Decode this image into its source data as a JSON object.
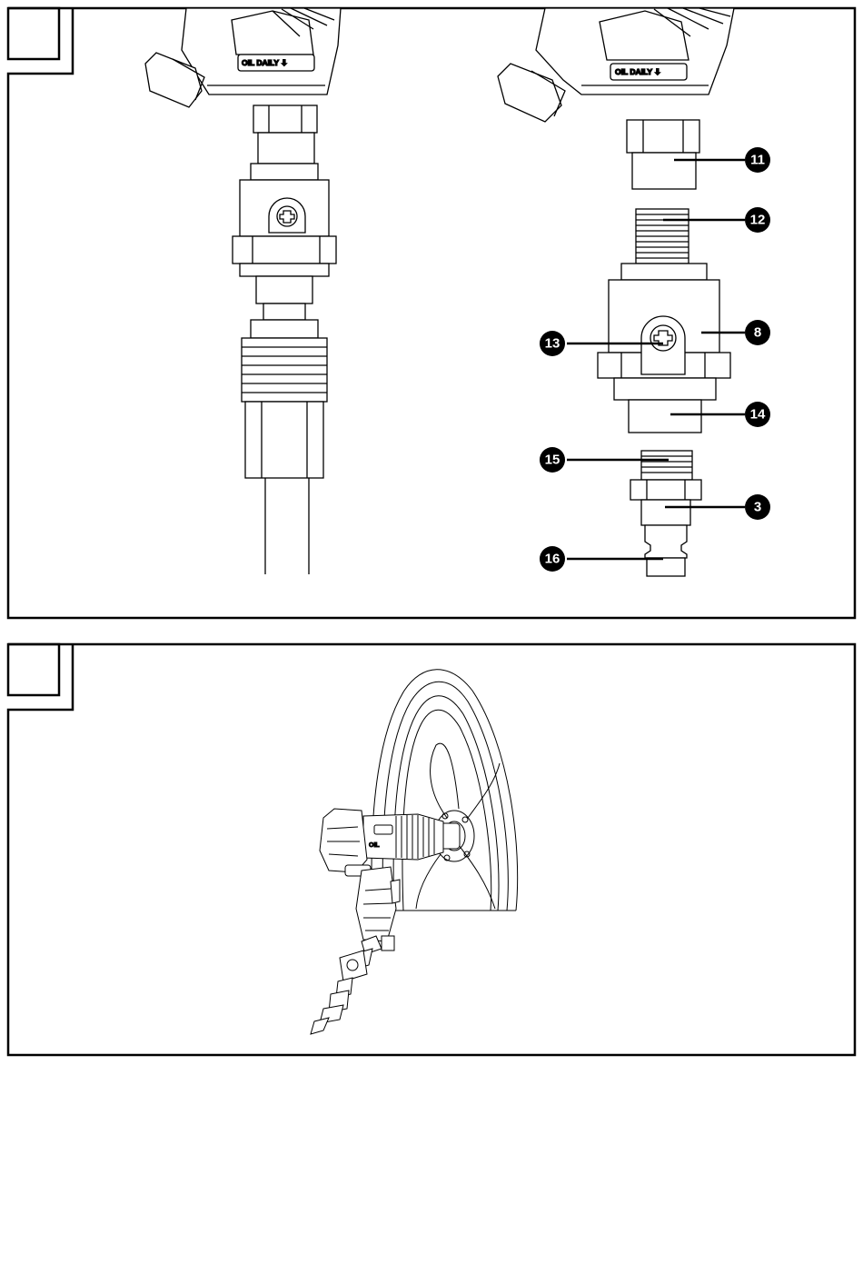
{
  "oil_text": "OIL DAILY ⇩",
  "oil_short": "OIL",
  "callouts": [
    {
      "id": "c11",
      "label": "11"
    },
    {
      "id": "c12",
      "label": "12"
    },
    {
      "id": "c8",
      "label": "8"
    },
    {
      "id": "c13",
      "label": "13"
    },
    {
      "id": "c14",
      "label": "14"
    },
    {
      "id": "c15",
      "label": "15"
    },
    {
      "id": "c3",
      "label": "3"
    },
    {
      "id": "c16",
      "label": "16"
    }
  ]
}
